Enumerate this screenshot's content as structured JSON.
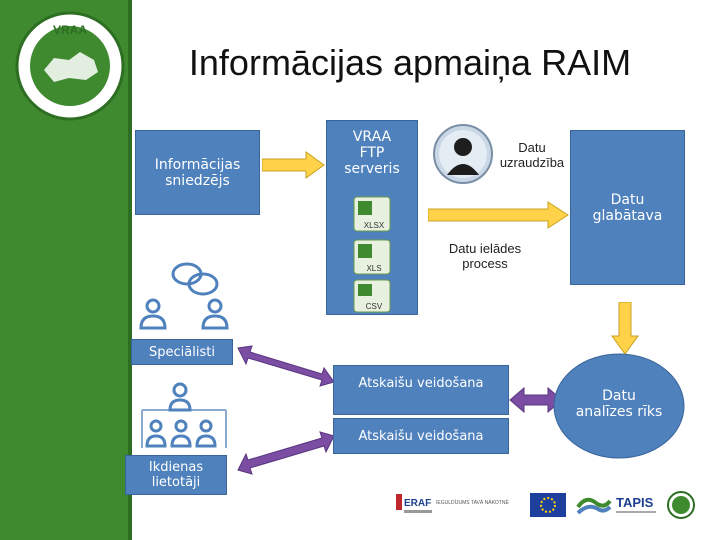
{
  "title": "Informācijas apmaiņa RAIM",
  "boxes": {
    "provider": "Informācijas\nsniedzējs",
    "ftp": "VRAA\nFTP\nserveris",
    "storage": "Datu\nglabātava",
    "analytics": "Datu\nanalīzes rīks",
    "specialists": "Speciālisti",
    "daily_users": "Ikdienas\nlietotāji",
    "reports1": "Atskaišu veidošana",
    "reports2": "Atskaišu veidošana"
  },
  "labels": {
    "supervision": "Datu\nuzraudzība",
    "load_process": "Datu ielādes\nprocess"
  },
  "file_icons": [
    "XLSX",
    "XLS",
    "CSV"
  ],
  "logo_text": "VRAA",
  "footer_logos": [
    "ERAF",
    "IEGULDĪJUMS TAVĀ NĀKOTNĒ",
    "TAPIS"
  ],
  "colors": {
    "box_blue": "#4f81bd",
    "arrow_yellow": "#ffd24a",
    "arrow_purple": "#7b4ea3",
    "green": "#3f8a2f"
  }
}
